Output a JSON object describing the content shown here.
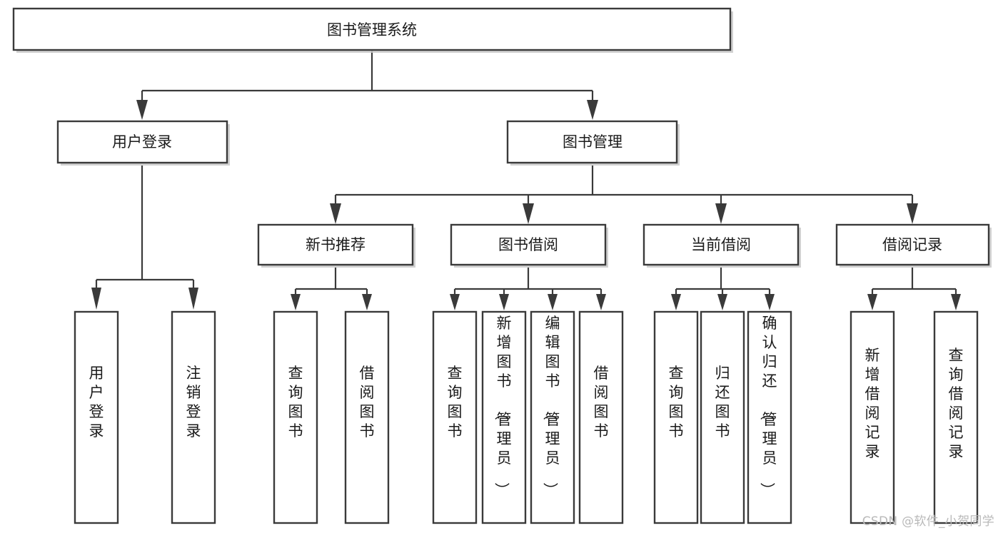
{
  "diagram": {
    "type": "tree-hierarchy",
    "title": "图书管理系统",
    "watermark": "CSDN @软件_小贺同学",
    "colors": {
      "box_stroke": "#3a3a3a",
      "box_fill": "#ffffff",
      "connector": "#3a3a3a",
      "text": "#1a1a1a",
      "watermark": "#b9b9b9"
    },
    "levels": {
      "level1": {
        "label": "图书管理系统"
      },
      "level2": [
        {
          "label": "用户登录"
        },
        {
          "label": "图书管理"
        }
      ],
      "level3": [
        {
          "label": "新书推荐",
          "parent": "图书管理"
        },
        {
          "label": "图书借阅",
          "parent": "图书管理"
        },
        {
          "label": "当前借阅",
          "parent": "图书管理"
        },
        {
          "label": "借阅记录",
          "parent": "图书管理"
        }
      ],
      "level4": [
        {
          "label": "用户登录",
          "parent": "用户登录"
        },
        {
          "label": "注销登录",
          "parent": "用户登录"
        },
        {
          "label": "查询图书",
          "parent": "新书推荐"
        },
        {
          "label": "借阅图书",
          "parent": "新书推荐"
        },
        {
          "label": "查询图书",
          "parent": "图书借阅"
        },
        {
          "label": "新增图书（管理员）",
          "parent": "图书借阅"
        },
        {
          "label": "编辑图书（管理员）",
          "parent": "图书借阅"
        },
        {
          "label": "借阅图书",
          "parent": "图书借阅"
        },
        {
          "label": "查询图书",
          "parent": "当前借阅"
        },
        {
          "label": "归还图书",
          "parent": "当前借阅"
        },
        {
          "label": "确认归还（管理员）",
          "parent": "当前借阅"
        },
        {
          "label": "新增借阅记录",
          "parent": "借阅记录"
        },
        {
          "label": "查询借阅记录",
          "parent": "借阅记录"
        }
      ]
    }
  }
}
